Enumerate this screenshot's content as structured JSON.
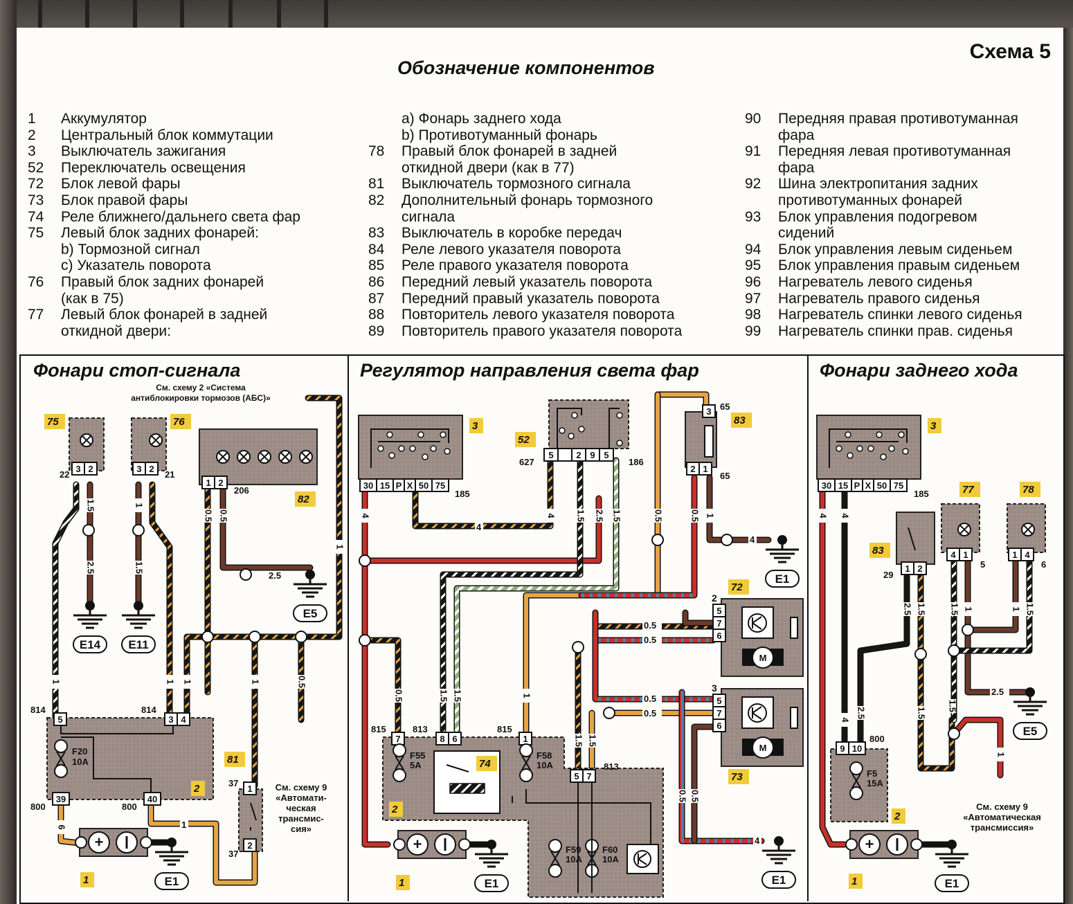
{
  "page": {
    "schema_number": "Схема 5",
    "legend_title": "Обозначение компонентов",
    "legend_columns": [
      [
        {
          "n": "1",
          "t": "Аккумулятор"
        },
        {
          "n": "2",
          "t": "Центральный блок коммутации"
        },
        {
          "n": "3",
          "t": "Выключатель зажигания"
        },
        {
          "n": "52",
          "t": "Переключатель освещения"
        },
        {
          "n": "72",
          "t": "Блок левой фары"
        },
        {
          "n": "73",
          "t": "Блок правой фары"
        },
        {
          "n": "74",
          "t": "Реле ближнего/дальнего света фар"
        },
        {
          "n": "75",
          "t": "Левый блок задних фонарей:"
        },
        {
          "n": "",
          "t": "b) Тормозной сигнал"
        },
        {
          "n": "",
          "t": "c) Указатель поворота"
        },
        {
          "n": "76",
          "t": "Правый блок задних фонарей"
        },
        {
          "n": "",
          "t": "(как в 75)"
        },
        {
          "n": "77",
          "t": "Левый блок фонарей в задней"
        },
        {
          "n": "",
          "t": "откидной двери:"
        }
      ],
      [
        {
          "n": "",
          "t": "a) Фонарь заднего хода"
        },
        {
          "n": "",
          "t": "b) Противотуманный фонарь"
        },
        {
          "n": "78",
          "t": "Правый блок фонарей в задней"
        },
        {
          "n": "",
          "t": "откидной двери (как в 77)"
        },
        {
          "n": "81",
          "t": "Выключатель тормозного сигнала"
        },
        {
          "n": "82",
          "t": "Дополнительный фонарь тормозного"
        },
        {
          "n": "",
          "t": "сигнала"
        },
        {
          "n": "83",
          "t": "Выключатель в коробке передач"
        },
        {
          "n": "84",
          "t": "Реле левого указателя поворота"
        },
        {
          "n": "85",
          "t": "Реле правого указателя поворота"
        },
        {
          "n": "86",
          "t": "Передний левый указатель поворота"
        },
        {
          "n": "87",
          "t": "Передний правый указатель поворота"
        },
        {
          "n": "88",
          "t": "Повторитель левого указателя поворота"
        },
        {
          "n": "89",
          "t": "Повторитель правого указателя поворота"
        }
      ],
      [
        {
          "n": "90",
          "t": "Передняя правая противотуманная"
        },
        {
          "n": "",
          "t": "фара"
        },
        {
          "n": "91",
          "t": "Передняя левая противотуманная"
        },
        {
          "n": "",
          "t": "фара"
        },
        {
          "n": "92",
          "t": "Шина электропитания задних"
        },
        {
          "n": "",
          "t": "противотуманных фонарей"
        },
        {
          "n": "93",
          "t": "Блок управления подогревом"
        },
        {
          "n": "",
          "t": "сидений"
        },
        {
          "n": "94",
          "t": "Блок управления левым сиденьем"
        },
        {
          "n": "95",
          "t": "Блок управления правым сиденьем"
        },
        {
          "n": "96",
          "t": "Нагреватель левого сиденья"
        },
        {
          "n": "97",
          "t": "Нагреватель правого сиденья"
        },
        {
          "n": "98",
          "t": "Нагреватель спинки левого сиденья"
        },
        {
          "n": "99",
          "t": "Нагреватель спинки прав. сиденья"
        }
      ]
    ]
  },
  "sections": {
    "brake": {
      "title": "Фонари стоп-сигнала",
      "note_top": [
        "См. схему 2 «Система",
        "антиблокировки тормозов (АБС)»"
      ],
      "note_bottom": [
        "См. схему 9",
        "«Автомати-",
        "ческая",
        "трансмис-",
        "сия»"
      ],
      "components": {
        "c75": "75",
        "c76": "76",
        "c82": "82",
        "c81": "81",
        "c2": "2",
        "c1": "1"
      },
      "fuse": [
        "F20",
        "10A"
      ],
      "grounds": [
        "E14",
        "E11",
        "E5",
        "E1"
      ],
      "pins": {
        "p75a": "3",
        "p75b": "2",
        "p76a": "3",
        "p76b": "2",
        "p82a": "1",
        "p82b": "2",
        "p2_5": "5",
        "p2_3": "3",
        "p2_4": "4",
        "p2_39": "39",
        "p2_40": "40",
        "p81_1": "1",
        "p81_2": "2"
      },
      "wire_ids": {
        "w22": "22",
        "w21": "21",
        "w206": "206",
        "w814a": "814",
        "w814b": "814",
        "w800a": "800",
        "w800b": "800",
        "w37a": "37",
        "w37b": "37"
      },
      "gauges": {
        "g1": "1.5",
        "g2": "2.5",
        "g3": "1",
        "g4": "1.5",
        "g5": "0.5",
        "g6": "0.5",
        "g7": "2.5",
        "g8": "1",
        "g9": "1",
        "g10": "1",
        "g11": "1",
        "g12": "1",
        "g13": "0.5",
        "g14": "6",
        "g15": "1"
      }
    },
    "headlight": {
      "title": "Регулятор направления света фар",
      "components": {
        "c3": "3",
        "c52": "52",
        "c83": "83",
        "c72": "72",
        "c73": "73",
        "c74": "74",
        "c2": "2",
        "c1": "1"
      },
      "ignition_pins": [
        "30",
        "15",
        "P",
        "X",
        "50",
        "75"
      ],
      "switch52_pins": [
        "5",
        "",
        "2",
        "9",
        "5"
      ],
      "fuses": [
        {
          "id": "F55",
          "rating": "5A"
        },
        {
          "id": "F58",
          "rating": "10A"
        },
        {
          "id": "F59",
          "rating": "10A"
        },
        {
          "id": "F60",
          "rating": "10A"
        }
      ],
      "pins": {
        "p83_3": "3",
        "p83_2": "2",
        "p83_1": "1",
        "p72_5": "5",
        "p72_7": "7",
        "p72_6": "6",
        "p73_5": "5",
        "p73_7": "7",
        "p73_6": "6",
        "p2_7": "7",
        "p2_8": "8",
        "p2_6": "6",
        "p2_1": "1",
        "p2_5b": "5",
        "p2_7b": "7"
      },
      "wire_ids": {
        "w185": "185",
        "w627": "627",
        "w186": "186",
        "w65a": "65",
        "w65b": "65",
        "w815a": "815",
        "w813a": "813",
        "w815b": "815",
        "w813b": "813",
        "w2": "2",
        "w3": "3"
      },
      "gauges": {
        "g4a": "4",
        "g4b": "4",
        "g4c": "4",
        "g15a": "1.5",
        "g25": "2.5",
        "g15b": "1.5",
        "g05a": "0.5",
        "g05b": "0.5",
        "g1": "1",
        "g4d": "4",
        "g05c": "0.5",
        "g05d": "0.5",
        "g05e": "0.5",
        "g05f": "0.5",
        "g05g": "0.5",
        "g15c": "1.5",
        "g15d": "1.5",
        "g1b": "1",
        "g15e": "1.5",
        "g15f": "1.5",
        "g05h": "0.5",
        "g05i": "0.5",
        "g4e": "4"
      },
      "grounds": [
        "E1",
        "E1",
        "E1"
      ]
    },
    "reverse": {
      "title": "Фонари заднего хода",
      "note_bottom": [
        "См. схему 9",
        "«Автоматическая",
        "трансмиссия»"
      ],
      "components": {
        "c3": "3",
        "c83": "83",
        "c77": "77",
        "c78": "78",
        "c2": "2",
        "c1": "1"
      },
      "ignition_pins": [
        "30",
        "15",
        "P",
        "X",
        "50",
        "75"
      ],
      "fuse": [
        "F5",
        "15A"
      ],
      "pins": {
        "p83_1": "1",
        "p83_2": "2",
        "p77_4": "4",
        "p77_1": "1",
        "p78_1": "1",
        "p78_4": "4",
        "p2_9": "9",
        "p2_10": "10"
      },
      "wire_ids": {
        "w185": "185",
        "w29": "29",
        "w5": "5",
        "w6": "6",
        "w800": "800"
      },
      "gauges": {
        "g4a": "4",
        "g4b": "4",
        "g25a": "2.5",
        "g15a": "1.5",
        "g15b": "1.5",
        "g1a": "1",
        "g1b": "1",
        "g15c": "1.5",
        "g25b": "2.5",
        "g15d": "1.5",
        "g15e": "1.5",
        "g1c": "1",
        "g4c": "4",
        "g25c": "2.5"
      },
      "grounds": [
        "E5",
        "E1"
      ]
    }
  },
  "colors": {
    "paper": "#fdfcf8",
    "component_fill": "#9a8a84",
    "label_yellow": "#f2cb3a",
    "wire_red": "#c8302a",
    "wire_orange": "#e6a545",
    "wire_brown": "#6b3a2a",
    "wire_black": "#161616",
    "wire_green": "#8fb07a"
  }
}
